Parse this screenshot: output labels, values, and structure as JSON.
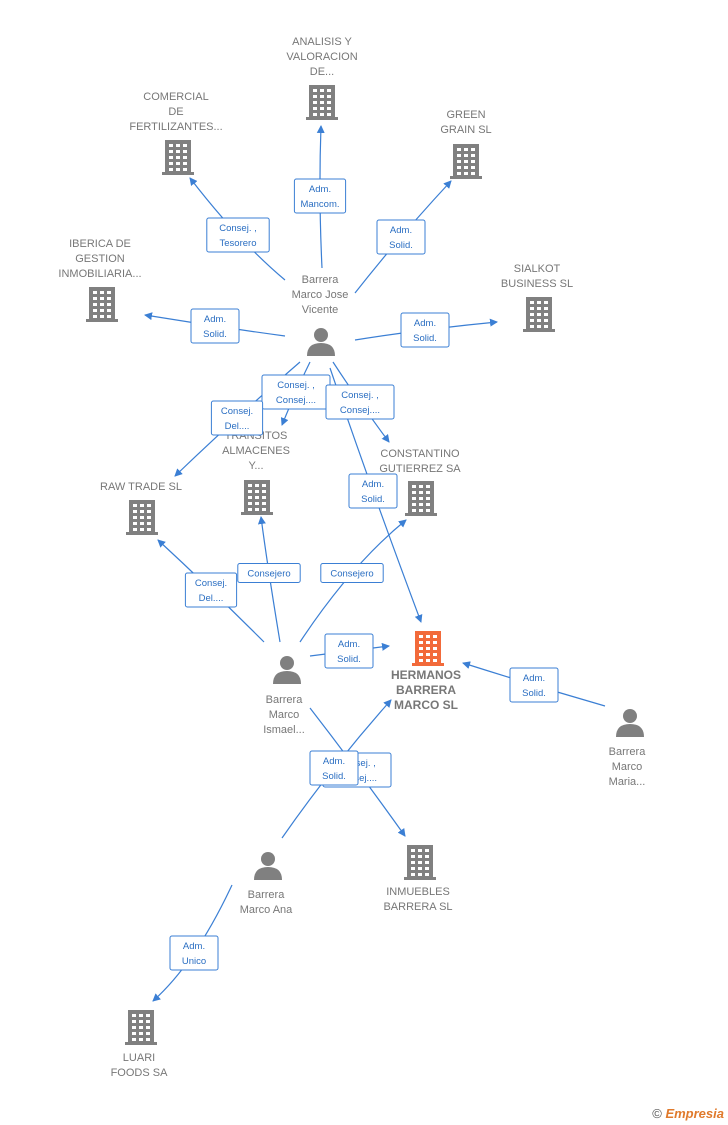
{
  "colors": {
    "company": "#808080",
    "focus": "#f26a3a",
    "person": "#808080",
    "edge": "#3b7fd4"
  },
  "nodes": [
    {
      "id": "analisis",
      "type": "company",
      "label": [
        "ANALISIS Y",
        "VALORACION",
        "DE..."
      ]
    },
    {
      "id": "comercial",
      "type": "company",
      "label": [
        "COMERCIAL",
        "DE",
        "FERTILIZANTES..."
      ]
    },
    {
      "id": "green",
      "type": "company",
      "label": [
        "GREEN",
        "GRAIN  SL"
      ]
    },
    {
      "id": "iberica",
      "type": "company",
      "label": [
        "IBERICA DE",
        "GESTION",
        "INMOBILIARIA..."
      ]
    },
    {
      "id": "sialkot",
      "type": "company",
      "label": [
        "SIALKOT",
        "BUSINESS  SL"
      ]
    },
    {
      "id": "vicente",
      "type": "person",
      "label": [
        "Barrera",
        "Marco Jose",
        "Vicente"
      ]
    },
    {
      "id": "transitos",
      "type": "company",
      "label": [
        "TRANSITOS",
        "ALMACENES",
        "Y..."
      ]
    },
    {
      "id": "constantino",
      "type": "company",
      "label": [
        "CONSTANTINO",
        "GUTIERREZ SA"
      ]
    },
    {
      "id": "rawtrade",
      "type": "company",
      "label": [
        "RAW TRADE SL"
      ]
    },
    {
      "id": "hermanos",
      "type": "focus",
      "label": [
        "HERMANOS",
        "BARRERA",
        "MARCO  SL"
      ]
    },
    {
      "id": "ismael",
      "type": "person",
      "label": [
        "Barrera",
        "Marco",
        "Ismael..."
      ]
    },
    {
      "id": "maria",
      "type": "person",
      "label": [
        "Barrera",
        "Marco",
        "Maria..."
      ]
    },
    {
      "id": "ana",
      "type": "person",
      "label": [
        "Barrera",
        "Marco Ana"
      ]
    },
    {
      "id": "inmuebles",
      "type": "company",
      "label": [
        "INMUEBLES",
        "BARRERA  SL"
      ]
    },
    {
      "id": "luari",
      "type": "company",
      "label": [
        "LUARI",
        "FOODS SA"
      ]
    }
  ],
  "edges": [
    {
      "from": "vicente",
      "to": "analisis",
      "label": [
        "Adm.",
        "Mancom."
      ]
    },
    {
      "from": "vicente",
      "to": "comercial",
      "label": [
        "Consej. ,",
        "Tesorero"
      ]
    },
    {
      "from": "vicente",
      "to": "green",
      "label": [
        "Adm.",
        "Solid."
      ]
    },
    {
      "from": "vicente",
      "to": "iberica",
      "label": [
        "Adm.",
        "Solid."
      ]
    },
    {
      "from": "vicente",
      "to": "sialkot",
      "label": [
        "Adm.",
        "Solid."
      ]
    },
    {
      "from": "vicente",
      "to": "transitos",
      "label": [
        "Consej. ,",
        "Consej...."
      ]
    },
    {
      "from": "vicente",
      "to": "constantino",
      "label": [
        "Consej. ,",
        "Consej...."
      ]
    },
    {
      "from": "vicente",
      "to": "rawtrade",
      "label": [
        "Consej.",
        "Del...."
      ]
    },
    {
      "from": "vicente",
      "to": "hermanos",
      "label": [
        "Adm.",
        "Solid."
      ]
    },
    {
      "from": "ismael",
      "to": "rawtrade",
      "label": [
        "Consej.",
        "Del...."
      ]
    },
    {
      "from": "ismael",
      "to": "transitos",
      "label": [
        "Consejero"
      ]
    },
    {
      "from": "ismael",
      "to": "constantino",
      "label": [
        "Consejero"
      ]
    },
    {
      "from": "ismael",
      "to": "hermanos",
      "label": [
        "Adm.",
        "Solid."
      ]
    },
    {
      "from": "ismael",
      "to": "inmuebles",
      "label": [
        "Consej. ,",
        "Consej...."
      ]
    },
    {
      "from": "ana",
      "to": "hermanos",
      "label": [
        "Adm.",
        "Solid."
      ]
    },
    {
      "from": "maria",
      "to": "hermanos",
      "label": [
        "Adm.",
        "Solid."
      ]
    },
    {
      "from": "ana",
      "to": "luari",
      "label": [
        "Adm.",
        "Unico"
      ]
    }
  ],
  "footer": {
    "copyright": "©",
    "brand": "Empresia"
  }
}
